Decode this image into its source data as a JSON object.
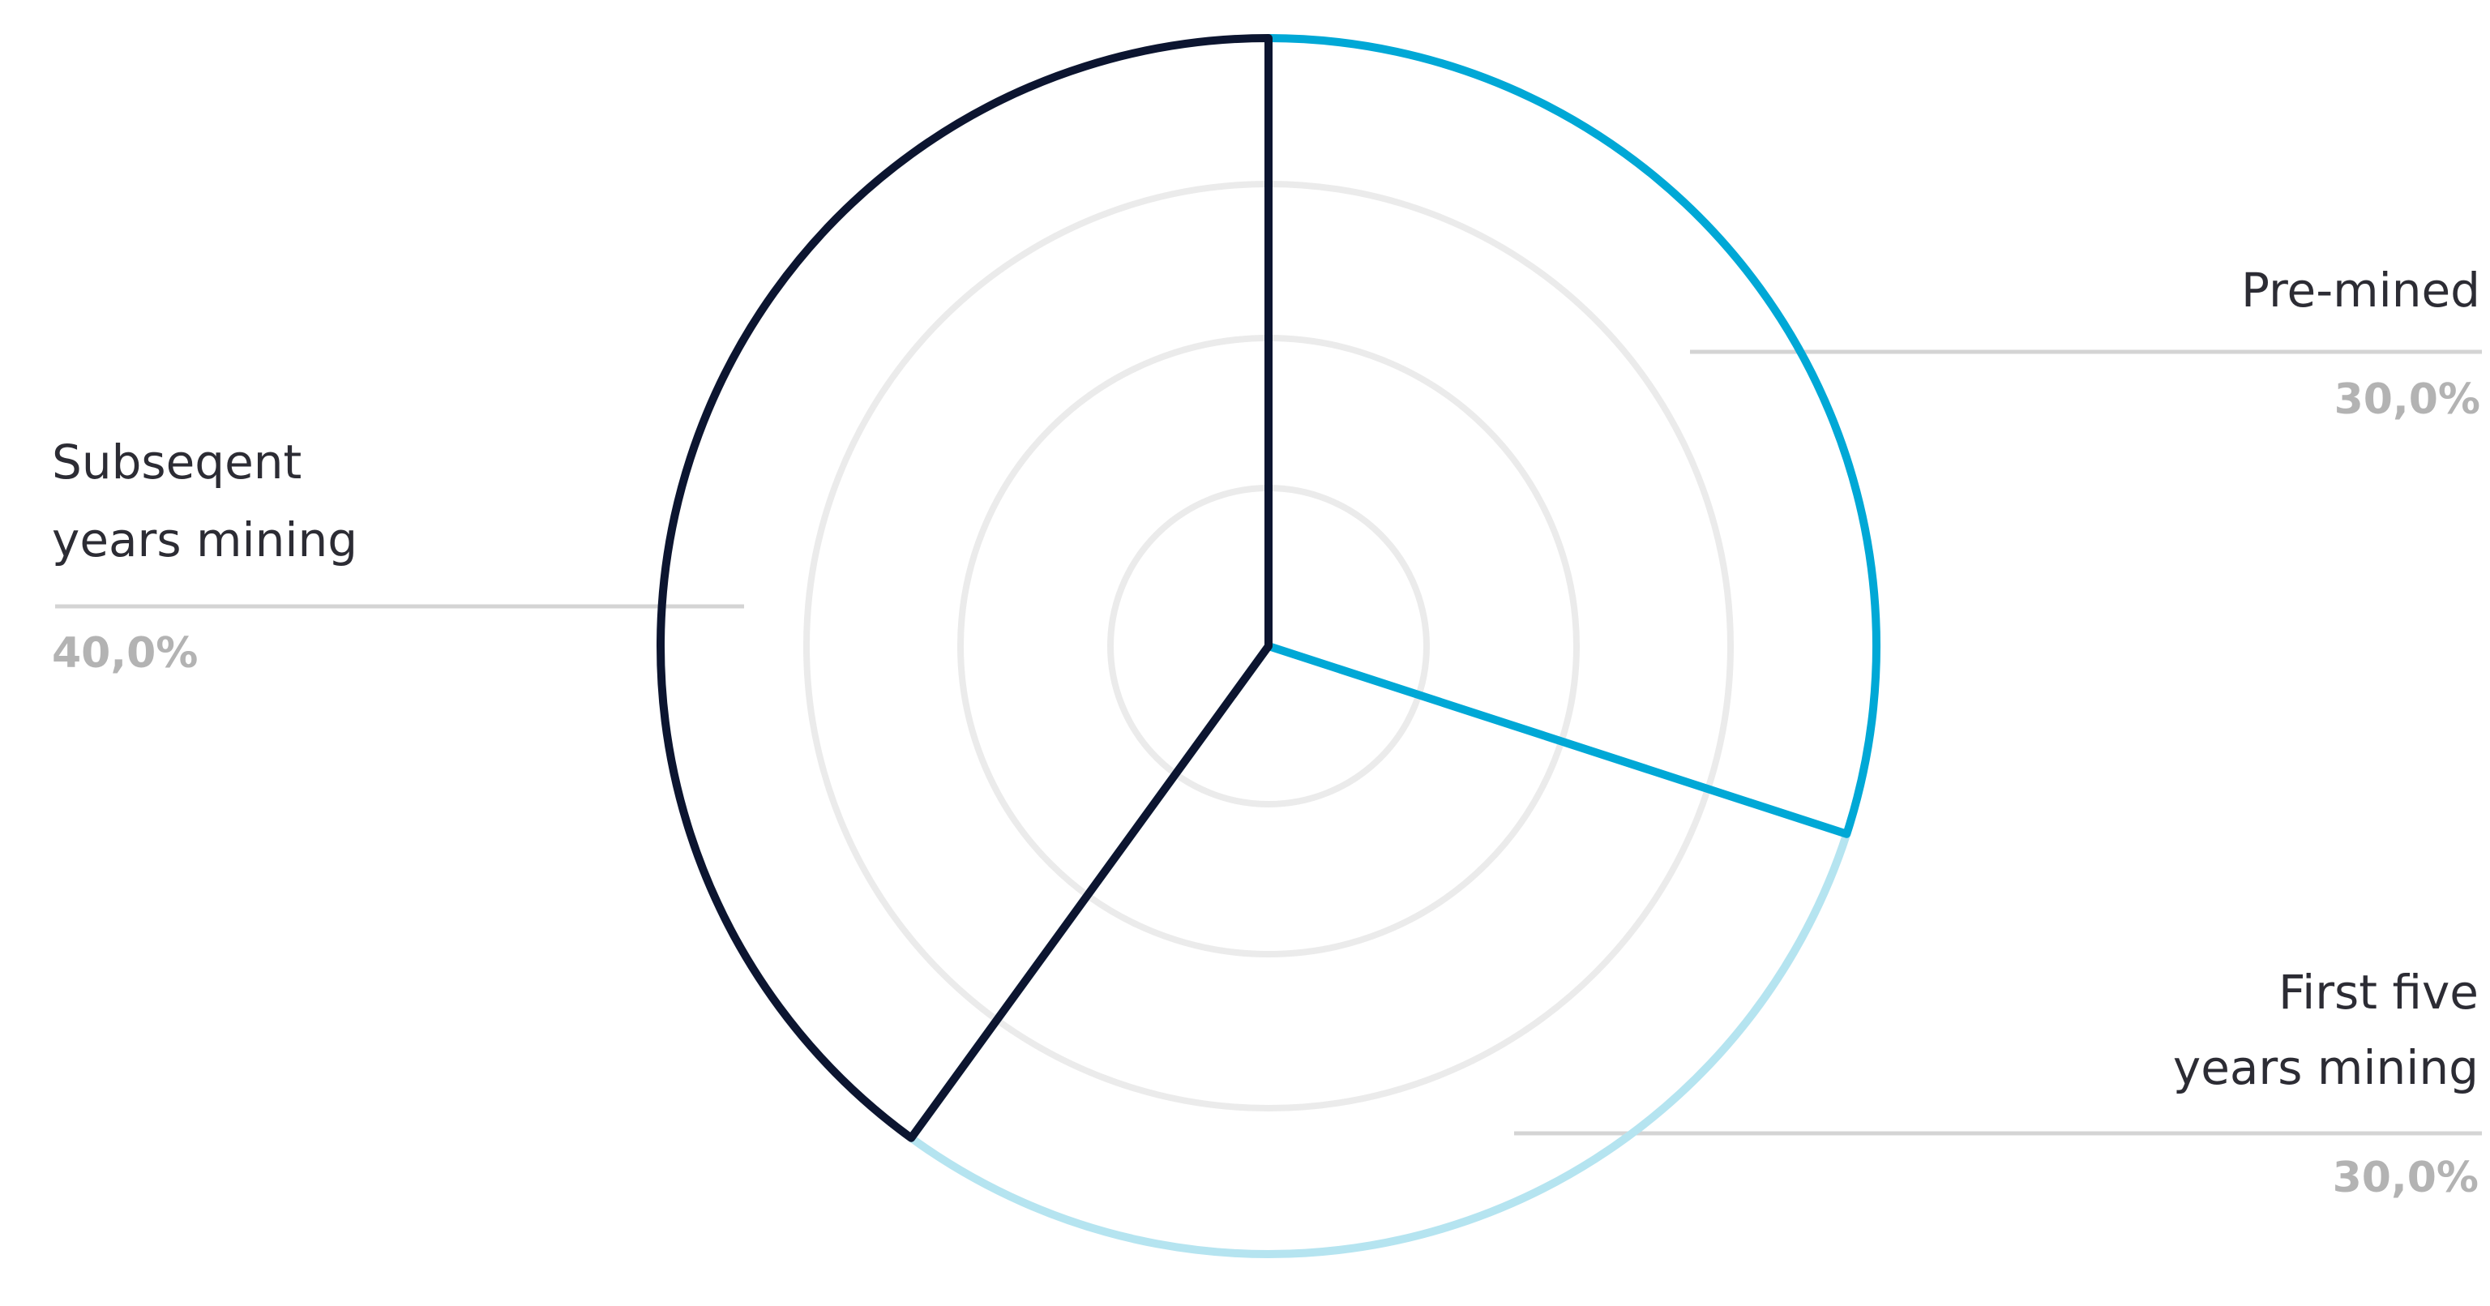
{
  "chart_data": {
    "type": "pie",
    "title": "",
    "series": [
      {
        "categories": [
          "Pre-mined",
          "First five years mining",
          "Subseqent years mining"
        ],
        "values": [
          30.0,
          30.0,
          40.0
        ]
      }
    ],
    "slices": [
      {
        "name_lines": [
          "Pre-mined"
        ],
        "value": 30.0,
        "value_label": "30,0%",
        "color": "#00a8d6",
        "legend_side": "right"
      },
      {
        "name_lines": [
          "First five",
          "years mining"
        ],
        "value": 30.0,
        "value_label": "30,0%",
        "color": "#b5e4f0",
        "legend_side": "right"
      },
      {
        "name_lines": [
          "Subseqent",
          "years mining"
        ],
        "value": 40.0,
        "value_label": "40,0%",
        "color": "#0c1530",
        "legend_side": "left"
      }
    ],
    "grid": true,
    "gridline_color": "#ebebeb",
    "legend_line_color": "#d4d4d4"
  }
}
